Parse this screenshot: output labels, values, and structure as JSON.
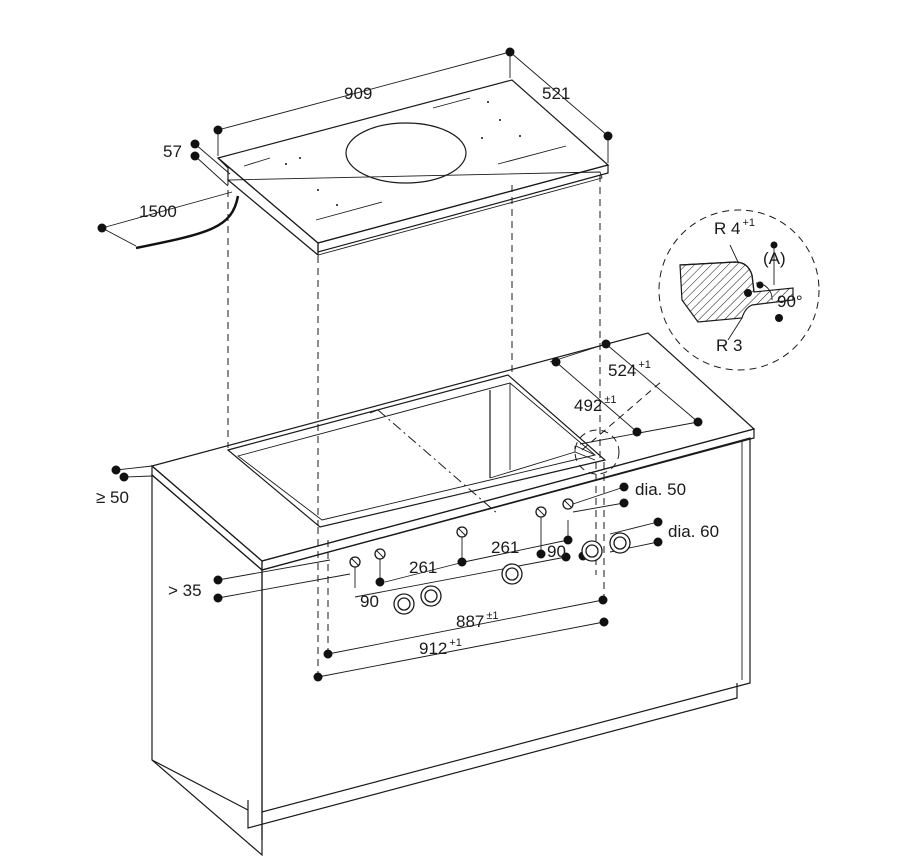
{
  "dimensions": {
    "width": "909",
    "depth": "521",
    "height": "57",
    "cable": "1500",
    "clearance_back": "≥ 50",
    "clearance_front": "> 35",
    "cutout_depth": {
      "value": "524",
      "tol": "+1"
    },
    "cutout_depth_inner": {
      "value": "492",
      "tol": "±1"
    },
    "knob_spacing_a": "261",
    "knob_spacing_b": "261",
    "knob_pair_left": "90",
    "knob_pair_right": "90",
    "cutout_width_inner": {
      "value": "887",
      "tol": "±1"
    },
    "cutout_width_outer": {
      "value": "912",
      "tol": "+1"
    },
    "hole_small": "dia. 50",
    "hole_large": "dia. 60"
  },
  "detail": {
    "radius_top": {
      "value": "R 4",
      "tol": "+1"
    },
    "radius_bottom": "R 3",
    "marker": "(A)",
    "angle": "90°"
  }
}
